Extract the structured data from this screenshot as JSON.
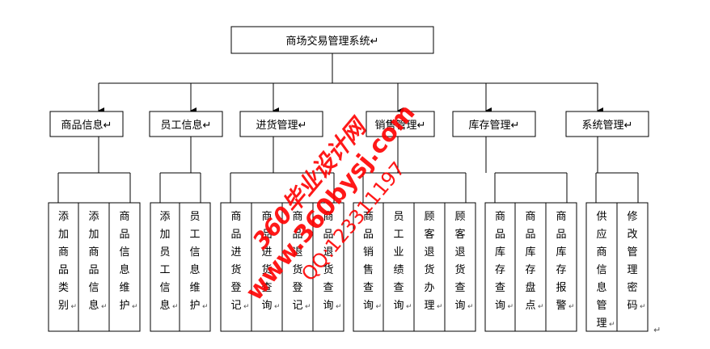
{
  "root": {
    "label": "商场交易管理系统"
  },
  "modules": [
    {
      "label": "商品信息",
      "leaves": [
        "添加商品类别",
        "添加商品信息",
        "商品信息维护"
      ]
    },
    {
      "label": "员工信息",
      "leaves": [
        "添加员工信息",
        "员工信息维护"
      ]
    },
    {
      "label": "进货管理",
      "leaves": [
        "商品进货登记",
        "商品进货查询",
        "商品退货登记",
        "商品退货查询"
      ]
    },
    {
      "label": "销售管理",
      "leaves": [
        "商品销售查询",
        "员工业绩查询",
        "顾客退货办理",
        "顾客退货查询"
      ]
    },
    {
      "label": "库存管理",
      "leaves": [
        "商品库存查询",
        "商品库存盘点",
        "商品库存报警"
      ]
    },
    {
      "label": "系统管理",
      "leaves": [
        "供应商信息管理",
        "修改管理密码"
      ]
    }
  ],
  "paragraph_mark": "↵",
  "watermark": {
    "line1": "360毕业设计网",
    "line2": "www.360bysj.com",
    "line3": "QQ:123311197",
    "color": "#ff0000"
  }
}
